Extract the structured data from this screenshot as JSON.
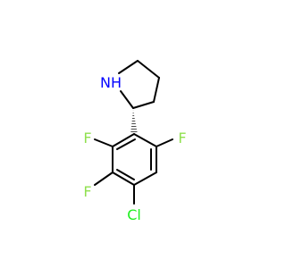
{
  "colors": {
    "background": "#ffffff",
    "bond": "#000000",
    "nitrogen": "#0000ff",
    "fluorine": "#90e050",
    "chlorine": "#1fef1f"
  },
  "atoms": {
    "nh": "NH",
    "f_left": "F",
    "f_right": "F",
    "f_bottom": "F",
    "cl": "Cl"
  }
}
